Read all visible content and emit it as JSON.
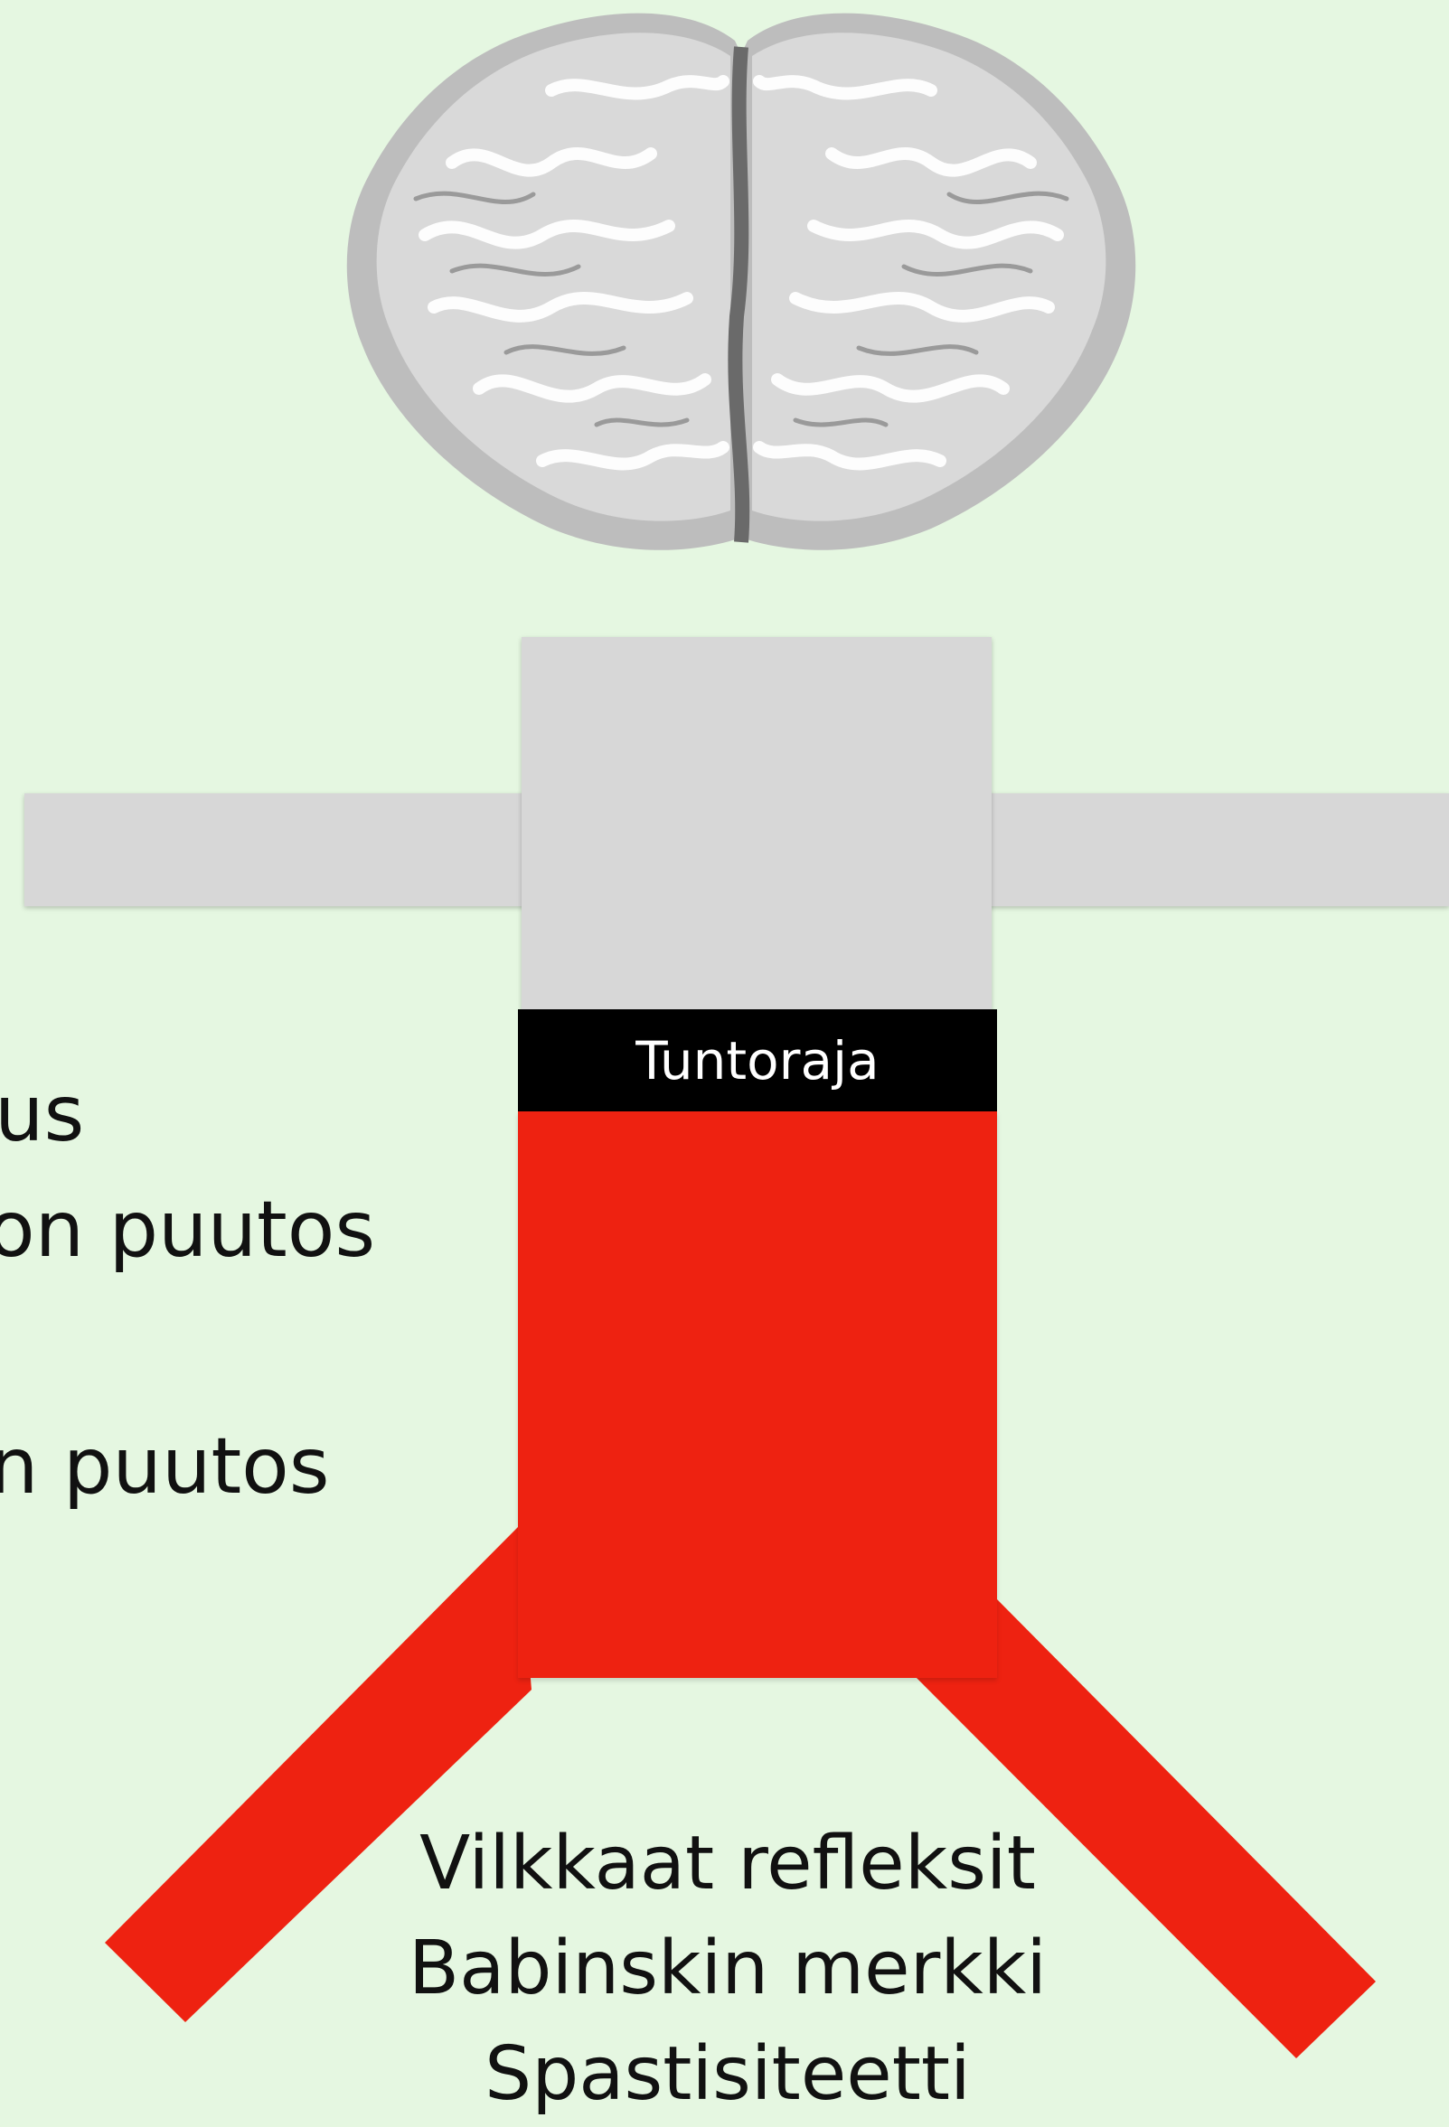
{
  "colors": {
    "background": "#e5f7e1",
    "cord": "#d7d7d7",
    "affected": "#ee2211",
    "level_bar": "#000000"
  },
  "icons": {
    "brain": "brain-icon"
  },
  "labels": {
    "sensory_level": "Tuntoraja",
    "lost_left_1": "us",
    "lost_left_2": "on puutos",
    "lost_left_3": "n puutos"
  },
  "signs": [
    "Vilkkaat refleksit",
    "Babinskin merkki",
    "Spastisiteetti"
  ]
}
